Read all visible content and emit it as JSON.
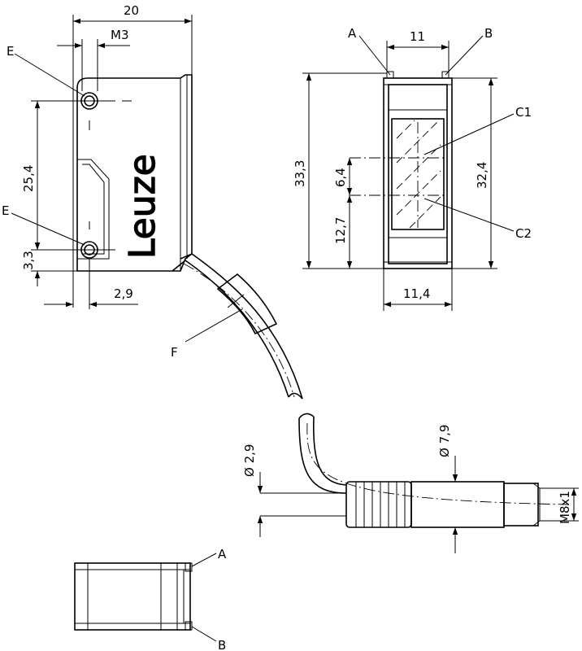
{
  "brand": "Leuze",
  "callouts": {
    "E_top": "E",
    "E_bottom": "E",
    "A_front": "A",
    "B_front": "B",
    "C1": "C1",
    "C2": "C2",
    "F": "F",
    "A_bottom": "A",
    "B_bottom": "B"
  },
  "dimensions": {
    "width_20": "20",
    "thread_m3": "M3",
    "height_25_4": "25,4",
    "offset_3_3": "3,3",
    "offset_2_9": "2,9",
    "front_width_11": "11",
    "front_height_33_3": "33,3",
    "front_6_4": "6,4",
    "front_12_7": "12,7",
    "front_32_4": "32,4",
    "front_width_11_4": "11,4",
    "cable_dia_2_9": "Ø 2,9",
    "connector_dia_7_9": "Ø 7,9",
    "thread_m8x1": "M8x1"
  }
}
